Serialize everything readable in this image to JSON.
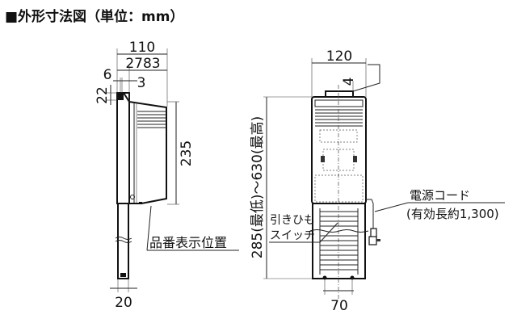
{
  "title": "■外形寸法図（単位：mm）",
  "side_view": {
    "dim_total_depth": "110",
    "dim_depths": "2783",
    "dim_6": "6",
    "dim_3": "3",
    "dim_22": "22",
    "dim_height": "235",
    "dim_pipe_width": "20",
    "label_model_position": "品番表示位置"
  },
  "front_view": {
    "dim_width": "120",
    "dim_4": "4",
    "dim_installation_height": "285(最低)～630(最高)",
    "dim_bottom_spacing": "70",
    "label_pull_switch_line1": "引きひも",
    "label_pull_switch_line2": "スイッチ",
    "label_power_cord_line1": "電源コード",
    "label_power_cord_line2": "(有効長約1,300)"
  }
}
